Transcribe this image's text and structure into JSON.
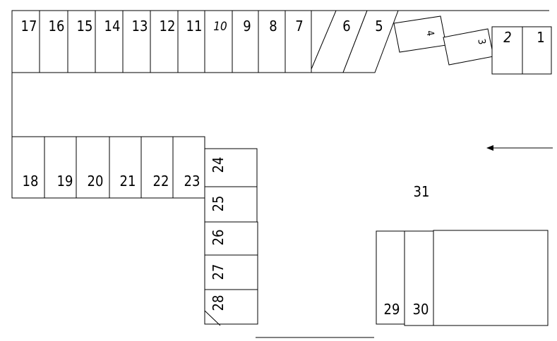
{
  "colors": {
    "line": "#000000",
    "background": "#ffffff"
  },
  "diagram": {
    "type": "parking-lot-layout",
    "direction_arrow": "left-arrow-icon",
    "spaces": [
      {
        "id": "space-1",
        "label": "1"
      },
      {
        "id": "space-2",
        "label": "2"
      },
      {
        "id": "space-3",
        "label": "3"
      },
      {
        "id": "space-4",
        "label": "4"
      },
      {
        "id": "space-5",
        "label": "5"
      },
      {
        "id": "space-6",
        "label": "6"
      },
      {
        "id": "space-7",
        "label": "7"
      },
      {
        "id": "space-8",
        "label": "8"
      },
      {
        "id": "space-9",
        "label": "9"
      },
      {
        "id": "space-10",
        "label": "10"
      },
      {
        "id": "space-11",
        "label": "11"
      },
      {
        "id": "space-12",
        "label": "12"
      },
      {
        "id": "space-13",
        "label": "13"
      },
      {
        "id": "space-14",
        "label": "14"
      },
      {
        "id": "space-15",
        "label": "15"
      },
      {
        "id": "space-16",
        "label": "16"
      },
      {
        "id": "space-17",
        "label": "17"
      },
      {
        "id": "space-18",
        "label": "18"
      },
      {
        "id": "space-19",
        "label": "19"
      },
      {
        "id": "space-20",
        "label": "20"
      },
      {
        "id": "space-21",
        "label": "21"
      },
      {
        "id": "space-22",
        "label": "22"
      },
      {
        "id": "space-23",
        "label": "23"
      },
      {
        "id": "space-24",
        "label": "24"
      },
      {
        "id": "space-25",
        "label": "25"
      },
      {
        "id": "space-26",
        "label": "26"
      },
      {
        "id": "space-27",
        "label": "27"
      },
      {
        "id": "space-28",
        "label": "28"
      },
      {
        "id": "space-29",
        "label": "29"
      },
      {
        "id": "space-30",
        "label": "30"
      },
      {
        "id": "space-31",
        "label": "31"
      }
    ]
  }
}
